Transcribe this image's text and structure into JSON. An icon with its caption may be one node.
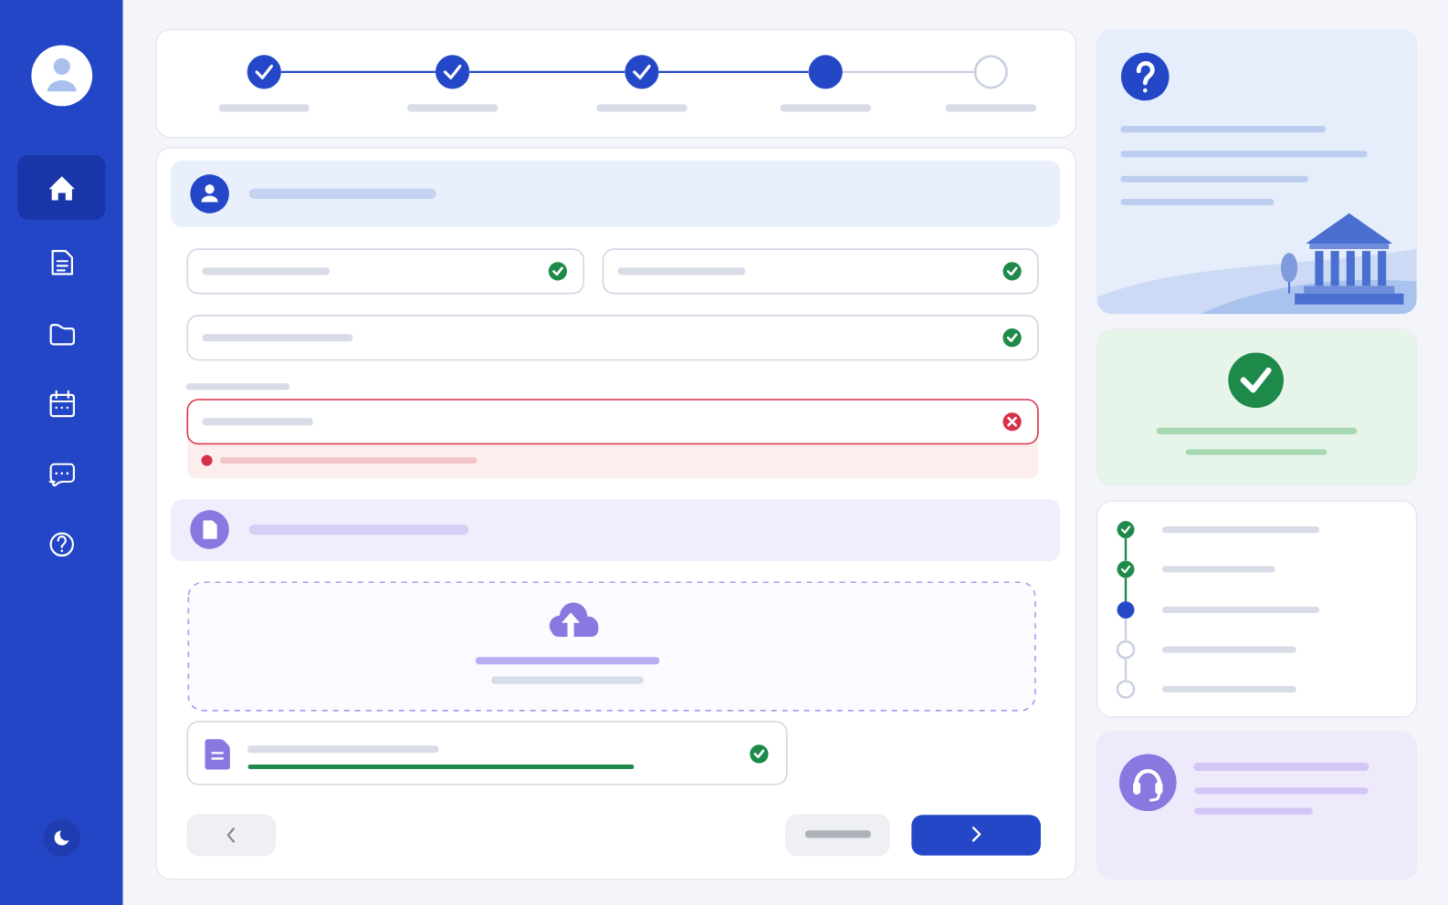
{
  "diagram": {
    "nodes": [
      {
        "text": [],
        "shape": "circle"
      },
      {
        "text": [],
        "shape": "circle"
      },
      {
        "text": [],
        "shape": "circle"
      },
      {
        "text": [],
        "shape": "circle"
      },
      {
        "text": [],
        "shape": "circle"
      },
      {
        "text": [],
        "shape": "circle"
      },
      {
        "text": [],
        "shape": "circle"
      },
      {
        "text": [],
        "shape": "circle"
      },
      {
        "text": [],
        "shape": "circle"
      },
      {
        "text": [],
        "shape": "circle"
      }
    ],
    "edges": [
      {
        "from": 0,
        "to": 1,
        "arrow": "none"
      },
      {
        "from": 1,
        "to": 2,
        "arrow": "none"
      },
      {
        "from": 2,
        "to": 3,
        "arrow": "none"
      },
      {
        "from": 3,
        "to": 4,
        "arrow": "none",
        "color": "#c9d0e0"
      },
      {
        "from": 5,
        "to": 6,
        "arrow": "none",
        "color": "#1e8a4a"
      },
      {
        "from": 6,
        "to": 7,
        "arrow": "none",
        "color": "#1e8a4a"
      },
      {
        "from": 7,
        "to": 8,
        "arrow": "none",
        "color": "#c9d0e0"
      },
      {
        "from": 8,
        "to": 9,
        "arrow": "none",
        "color": "#c9d0e0"
      }
    ]
  }
}
